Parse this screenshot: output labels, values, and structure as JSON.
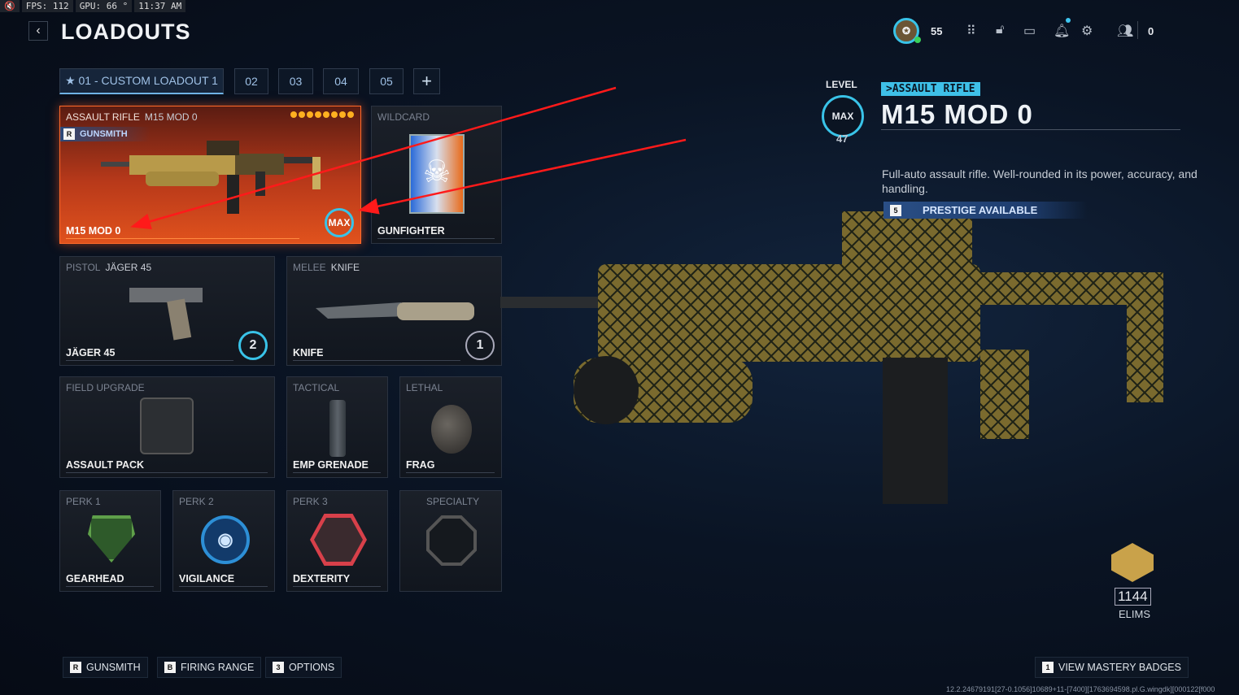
{
  "hud": {
    "fps": "FPS: 112",
    "gpu": "GPU: 66 °",
    "time": "11:37 AM"
  },
  "header": {
    "title": "LOADOUTS",
    "back_icon": "chevron-left-icon"
  },
  "tabs": [
    {
      "label": "★ 01 - CUSTOM LOADOUT 1"
    },
    {
      "label": "02"
    },
    {
      "label": "03"
    },
    {
      "label": "04"
    },
    {
      "label": "05"
    },
    {
      "label": "+"
    }
  ],
  "topbar": {
    "player_level": "55",
    "friends_count": "0",
    "notification_color": "#3fc6f0"
  },
  "primary": {
    "category": "ASSAULT RIFLE",
    "weapon": "M15 MOD 0",
    "gunsmith_key": "R",
    "gunsmith_label": "GUNSMITH",
    "name": "M15 MOD 0",
    "badge": "MAX",
    "pips": 8
  },
  "wildcard": {
    "category": "WILDCARD",
    "name": "GUNFIGHTER"
  },
  "secondary": {
    "category": "PISTOL",
    "weapon": "JÄGER 45",
    "name": "JÄGER 45",
    "level": "2"
  },
  "melee": {
    "category": "MELEE",
    "weapon": "KNIFE",
    "name": "KNIFE",
    "level": "1"
  },
  "field_upgrade": {
    "category": "FIELD UPGRADE",
    "name": "ASSAULT PACK"
  },
  "tactical": {
    "category": "TACTICAL",
    "name": "EMP GRENADE"
  },
  "lethal": {
    "category": "LETHAL",
    "name": "FRAG"
  },
  "perks": [
    {
      "category": "PERK 1",
      "name": "GEARHEAD",
      "color": "#5fa04a"
    },
    {
      "category": "PERK 2",
      "name": "VIGILANCE",
      "color": "#2d8fd6"
    },
    {
      "category": "PERK 3",
      "name": "DEXTERITY",
      "color": "#d8404a"
    },
    {
      "category": "SPECIALTY",
      "name": ""
    }
  ],
  "detail": {
    "level_label": "LEVEL",
    "level_ring": "MAX",
    "level_value": "47",
    "category_tag": ">ASSAULT RIFLE",
    "weapon_name": "M15 MOD 0",
    "description": "Full-auto assault rifle. Well-rounded in its power, accuracy, and handling.",
    "prestige_key": "5",
    "prestige_label": "PRESTIGE AVAILABLE"
  },
  "mastery": {
    "count": "1144",
    "label": "ELIMS"
  },
  "bottom": {
    "gunsmith_key": "R",
    "gunsmith": "GUNSMITH",
    "range_key": "B",
    "range": "FIRING RANGE",
    "options_key": "3",
    "options": "OPTIONS",
    "mastery_key": "1",
    "mastery": "VIEW MASTERY BADGES"
  },
  "build_string": "12.2.24679191[27-0.1056]10689+11-[7400][1763694598.pl.G.wingdk][000122[f000"
}
